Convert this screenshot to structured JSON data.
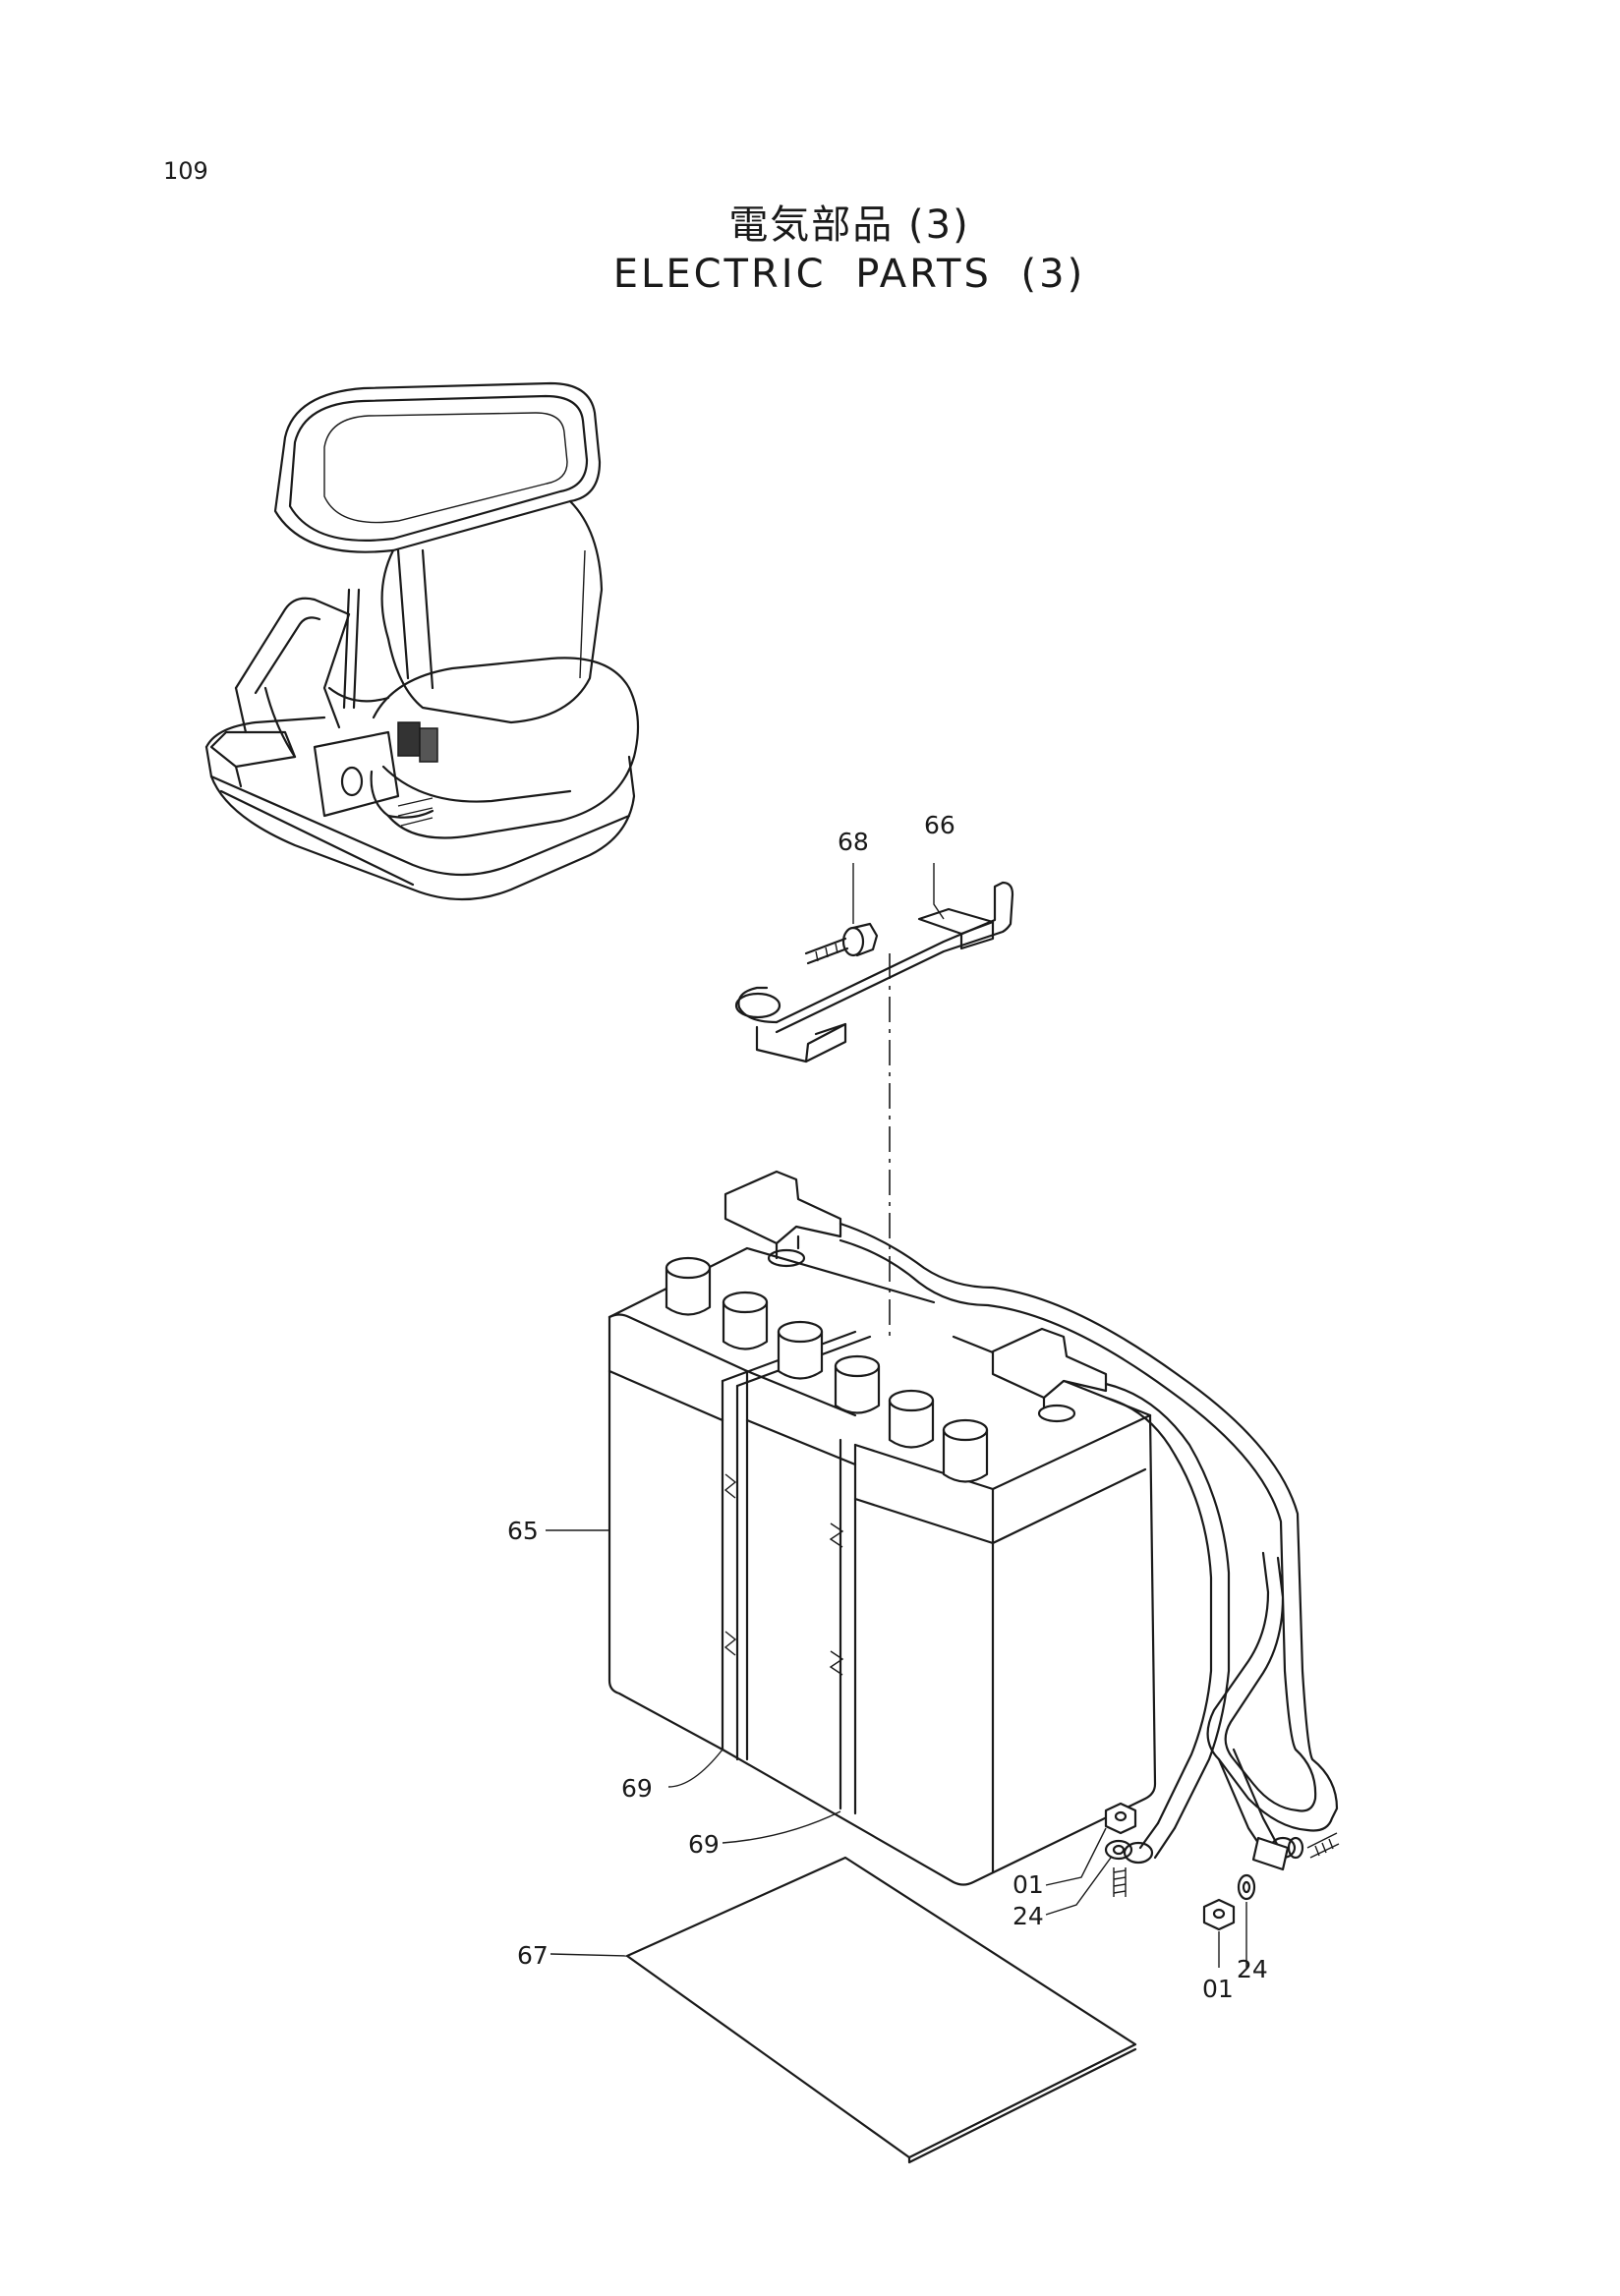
{
  "page": {
    "number": "109",
    "title_jp": "電気部品 (3)",
    "title_en": "ELECTRIC  PARTS  (3)"
  },
  "callouts": [
    {
      "id": "c68",
      "label": "68"
    },
    {
      "id": "c66",
      "label": "66"
    },
    {
      "id": "c65",
      "label": "65"
    },
    {
      "id": "c69a",
      "label": "69"
    },
    {
      "id": "c69b",
      "label": "69"
    },
    {
      "id": "c67",
      "label": "67"
    },
    {
      "id": "c01a",
      "label": "01"
    },
    {
      "id": "c24a",
      "label": "24"
    },
    {
      "id": "c01b",
      "label": "01"
    },
    {
      "id": "c24b",
      "label": "24"
    }
  ],
  "components": {
    "vehicle_locator": "vehicle-overview-illustration",
    "battery": "battery-pack-illustration",
    "hold_down_bracket": "battery-bracket-illustration",
    "battery_mat": "battery-mat-illustration",
    "cables": "battery-cable-illustration"
  }
}
